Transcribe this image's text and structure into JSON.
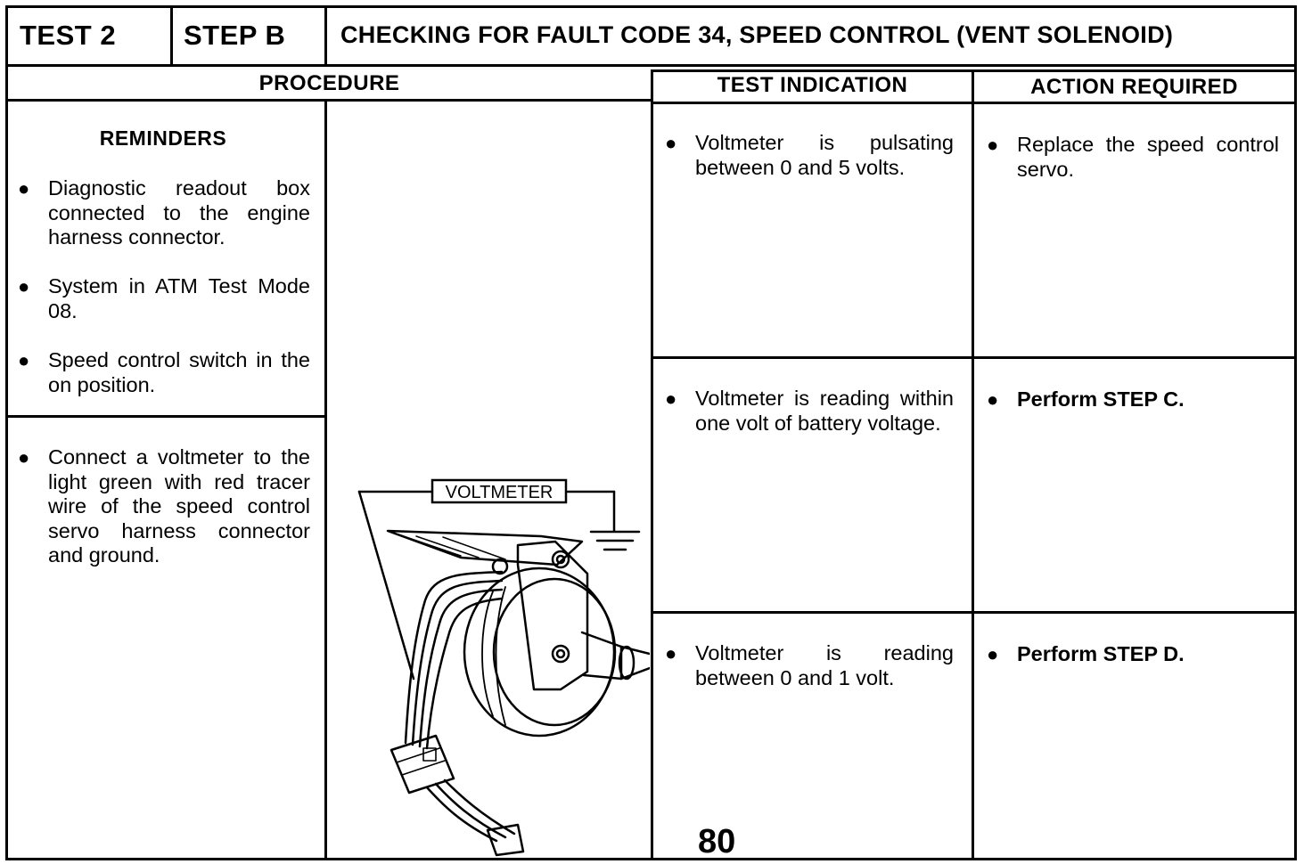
{
  "header": {
    "test": "TEST 2",
    "step": "STEP B",
    "title": "CHECKING FOR FAULT CODE 34, SPEED CONTROL (VENT SOLENOID)"
  },
  "columns": {
    "procedure": "PROCEDURE",
    "test_indication": "TEST INDICATION",
    "action_required": "ACTION REQUIRED"
  },
  "reminders": {
    "heading": "REMINDERS",
    "items": [
      "Diagnostic readout box connected to the engine harness connector.",
      "System in ATM Test Mode 08.",
      "Speed control switch in the on position."
    ]
  },
  "procedure_step": "Connect a voltmeter to the light green with red tracer wire of the speed control servo harness connector and ground.",
  "illustration": {
    "label": "VOLTMETER"
  },
  "rows": [
    {
      "indication": "Voltmeter is pulsating between 0 and 5 volts.",
      "action": "Replace the speed control servo."
    },
    {
      "indication": "Voltmeter is reading within one volt of battery voltage.",
      "action": "Perform STEP C."
    },
    {
      "indication": "Voltmeter is reading between 0 and 1 volt.",
      "action": "Perform STEP D."
    }
  ],
  "page_number": "80",
  "bullet_symbol": "●"
}
